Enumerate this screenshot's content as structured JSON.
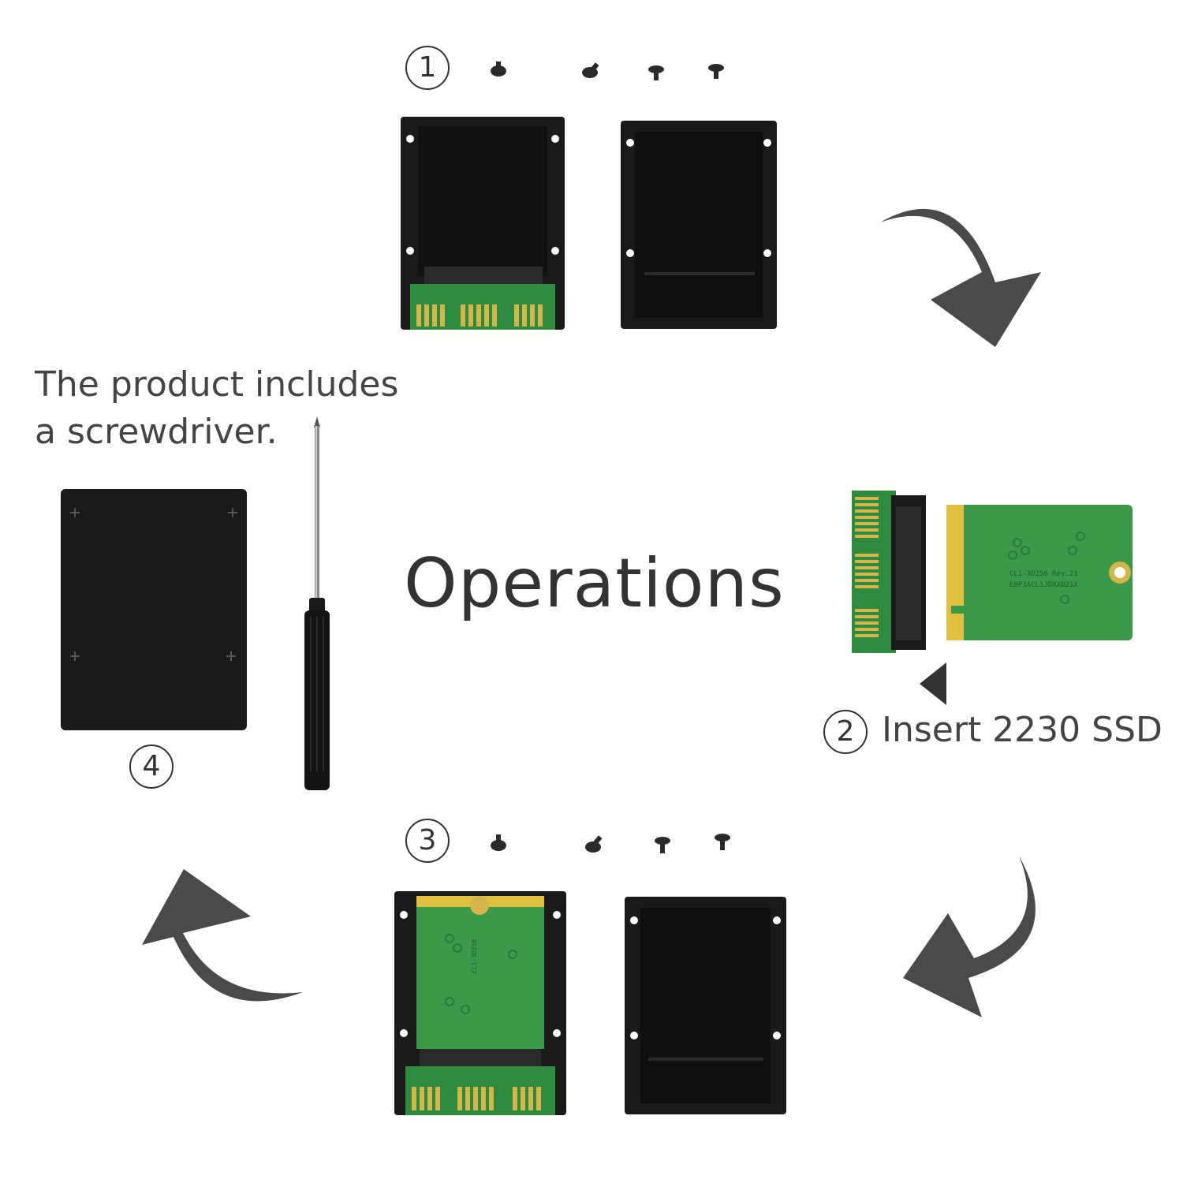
{
  "title": "Operations",
  "note": {
    "line1": "The product includes",
    "line2": "a screwdriver."
  },
  "steps": [
    {
      "number": "1"
    },
    {
      "number": "2",
      "label": "Insert 2230 SSD"
    },
    {
      "number": "3"
    },
    {
      "number": "4"
    }
  ],
  "colors": {
    "background": "#ffffff",
    "text": "#333333",
    "arrow": "#4a4a4a",
    "enclosure": "#1a1a1a",
    "pcb": "#2e8b3e",
    "gold_contacts": "#d4b54a"
  },
  "icons": [
    "screw-icon",
    "curved-arrow-icon",
    "screwdriver-icon",
    "enclosure-icon",
    "ssd-card-icon",
    "adapter-board-icon"
  ]
}
